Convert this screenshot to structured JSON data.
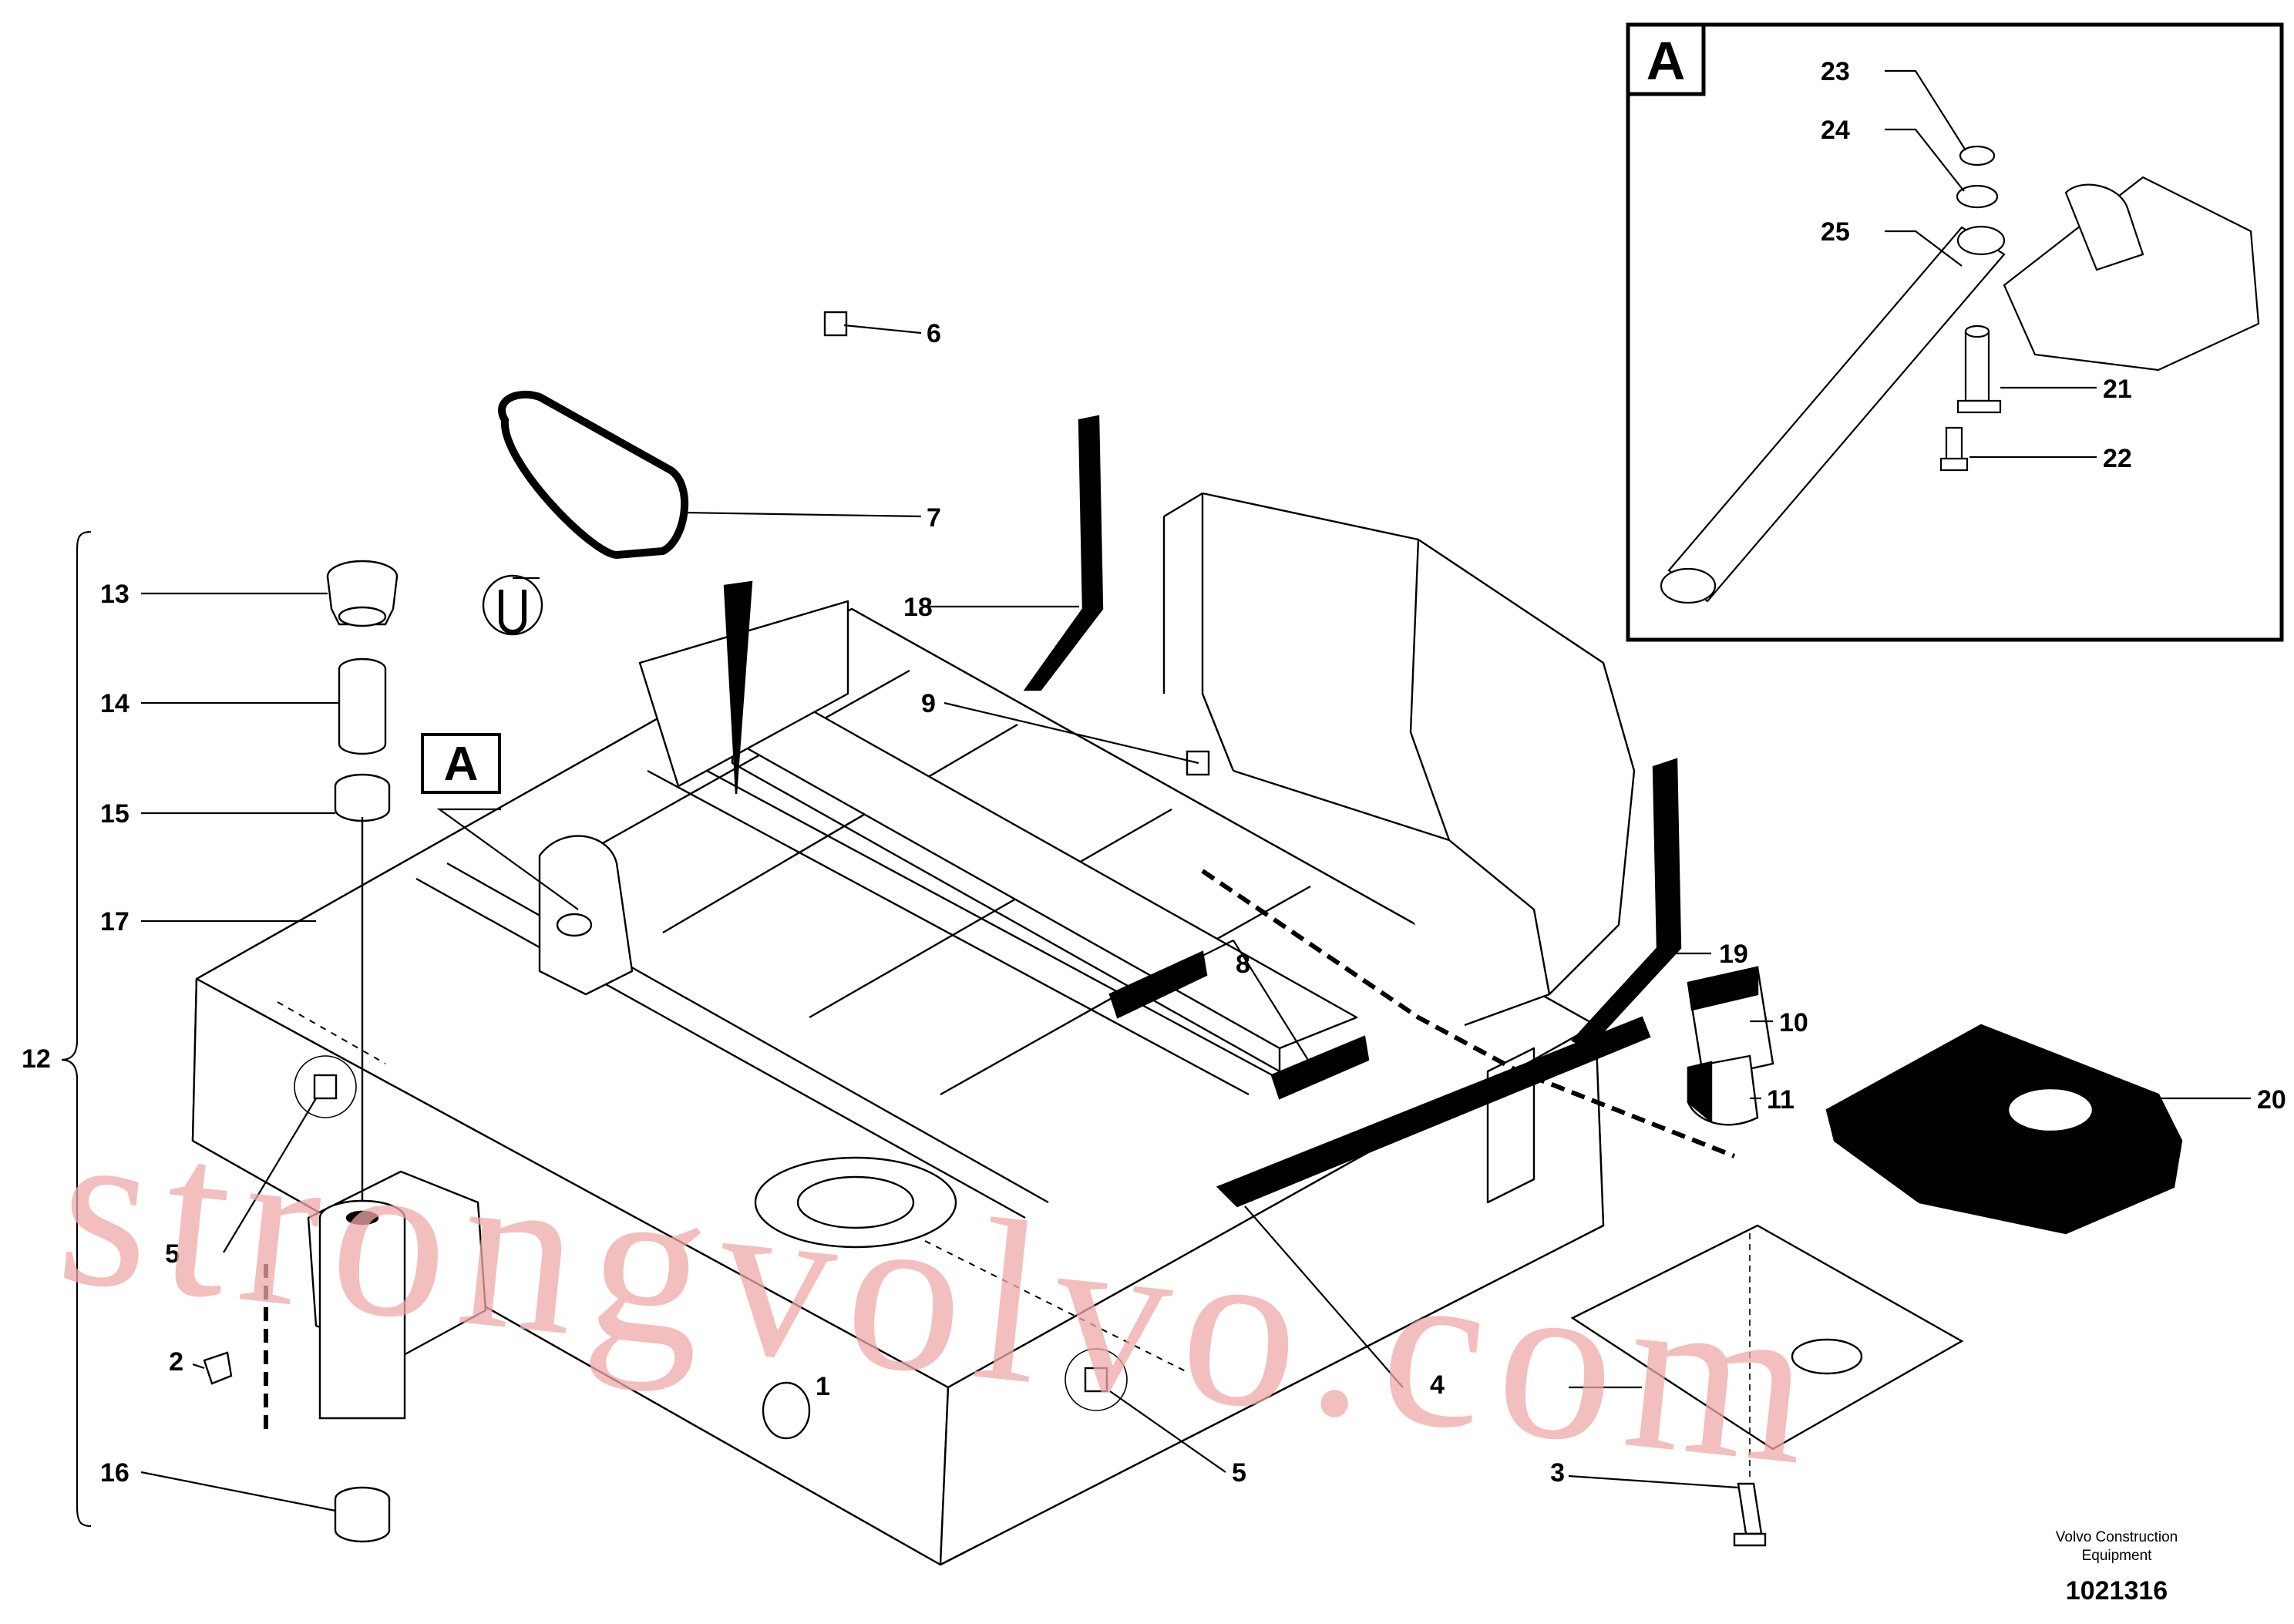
{
  "diagram": {
    "detail_marker": "A",
    "inset_marker": "A",
    "watermark": "strongvolvo.com",
    "caption": [
      "Volvo Construction",
      "Equipment"
    ],
    "document_number": "1021316",
    "callouts": {
      "c1": "1",
      "c2": "2",
      "c3": "3",
      "c4": "4",
      "c5a": "5",
      "c5b": "5",
      "c6": "6",
      "c7": "7",
      "c8": "8",
      "c9": "9",
      "c10": "10",
      "c11": "11",
      "c12": "12",
      "c13": "13",
      "c14": "14",
      "c15": "15",
      "c16": "16",
      "c17": "17",
      "c18": "18",
      "c19": "19",
      "c20": "20",
      "c21": "21",
      "c22": "22",
      "c23": "23",
      "c24": "24",
      "c25": "25"
    }
  }
}
